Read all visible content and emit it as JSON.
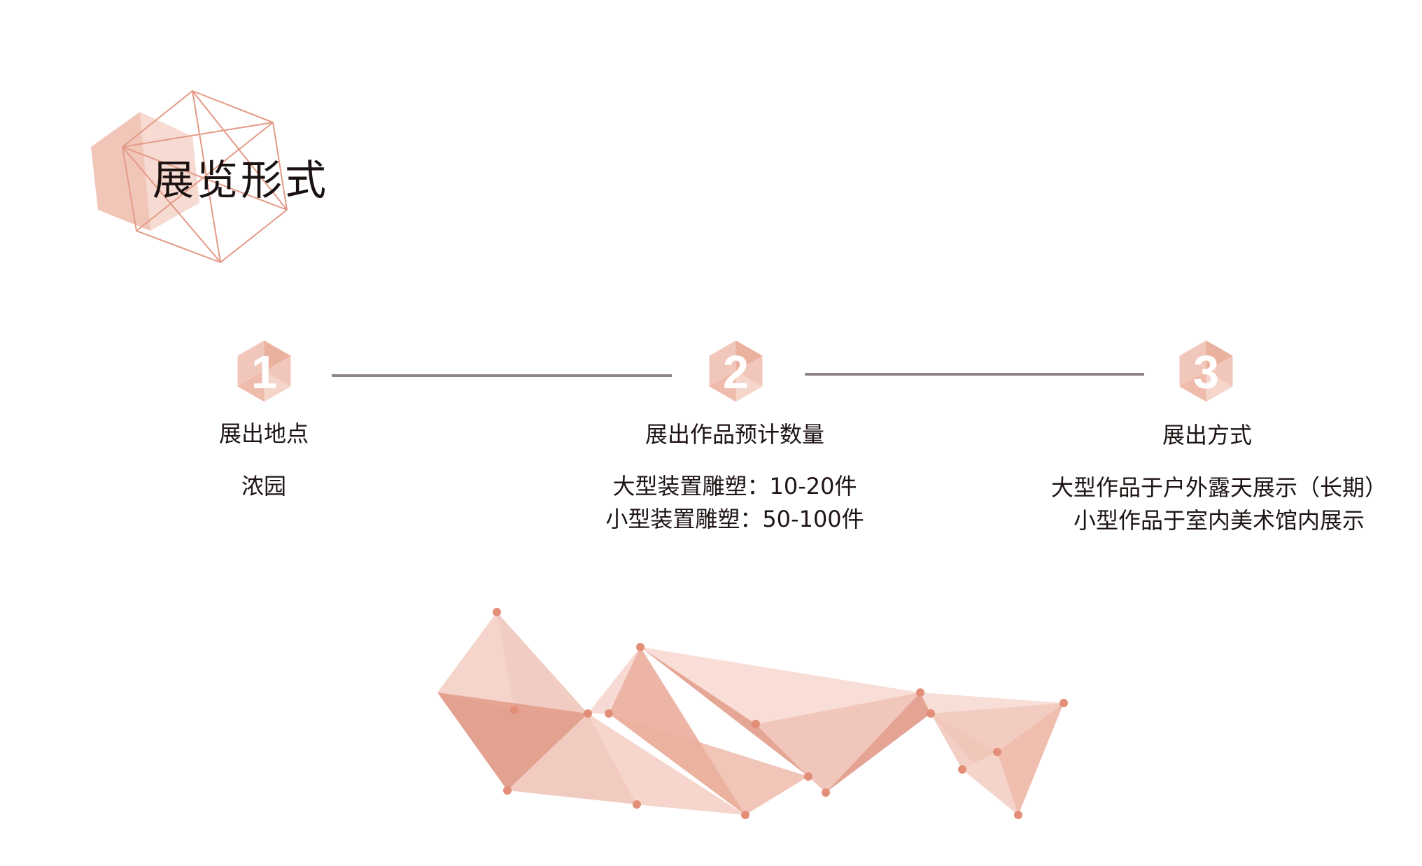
{
  "page": {
    "title": "展览形式"
  },
  "steps": [
    {
      "number": "1",
      "label": "展出地点",
      "lines": [
        "浓园"
      ]
    },
    {
      "number": "2",
      "label": "展出作品预计数量",
      "lines": [
        "大型装置雕塑：10-20件",
        "小型装置雕塑：50-100件"
      ]
    },
    {
      "number": "3",
      "label": "展出方式",
      "lines": [
        "大型作品于户外露天展示（长期）",
        "小型作品于室内美术馆内展示"
      ]
    }
  ],
  "colors": {
    "accent": "#e39a86",
    "accent_dark": "#d97f69",
    "accent_light": "#f2c7bb",
    "connector": "#8e8685",
    "text": "#1e1414"
  },
  "icons": {
    "title_logo": "geometric-hexagon-icon",
    "step_badge": "hexagon-number-badge-icon",
    "decoration": "folded-polygon-sculpture"
  }
}
